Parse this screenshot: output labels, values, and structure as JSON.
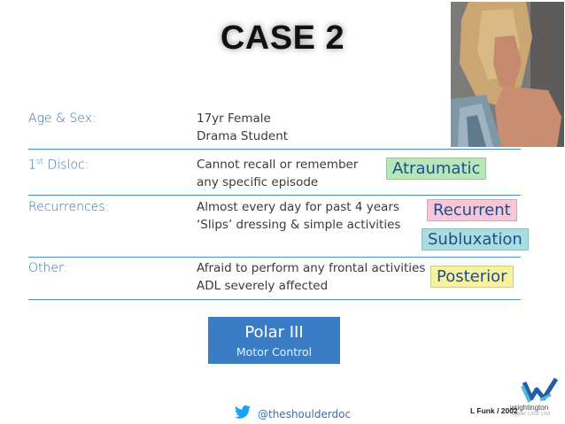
{
  "title": "CASE 2",
  "rows": [
    {
      "label": "Age & Sex:",
      "lines": [
        "17yr Female",
        "Drama Student"
      ]
    },
    {
      "label_main": "1",
      "label_sup": "st",
      "label_rest": " Disloc:",
      "lines": [
        "Cannot recall or remember",
        "any specific episode"
      ]
    },
    {
      "label": "Recurrences:",
      "lines": [
        "Almost every day for past 4 years",
        "‘Slips’ dressing & simple activities"
      ]
    },
    {
      "label": "Other:",
      "lines": [
        "Afraid to perform any frontal activities",
        "ADL severely affected"
      ]
    }
  ],
  "tags": {
    "atraumatic": {
      "text": "Atraumatic",
      "color": "#b8e6b8"
    },
    "recurrent": {
      "text": "Recurrent",
      "color": "#f7c6d9"
    },
    "subluxation": {
      "text": "Subluxation",
      "color": "#a9dde0"
    },
    "posterior": {
      "text": "Posterior",
      "color": "#f7f2a0"
    }
  },
  "polar": {
    "title": "Polar III",
    "subtitle": "Motor Control",
    "color": "#3a7dc4"
  },
  "footer": {
    "twitter_handle": "@theshoulderdoc",
    "credit": "L Funk / 2002",
    "logo_name": "wrightington",
    "logo_sub": "Upper Limb Unit"
  },
  "colors": {
    "accent": "#2f6fb3",
    "rule": "#4a8fd6"
  }
}
